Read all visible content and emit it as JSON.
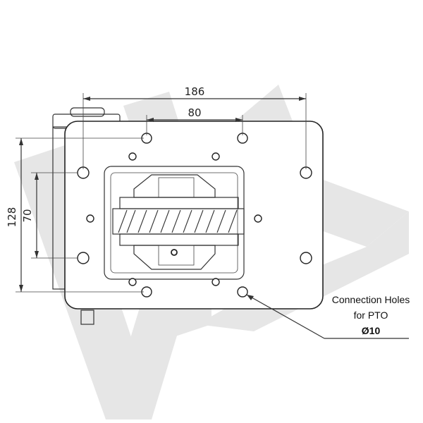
{
  "drawing": {
    "dimensions": {
      "width_outer": "186",
      "width_inner": "80",
      "height_outer": "128",
      "height_inner": "70"
    },
    "callout": {
      "line1": "Connection Holes",
      "line2": "for PTO",
      "line3": "Ø10"
    },
    "watermark_color": "#e6e6e6",
    "line_color": "#333333"
  }
}
